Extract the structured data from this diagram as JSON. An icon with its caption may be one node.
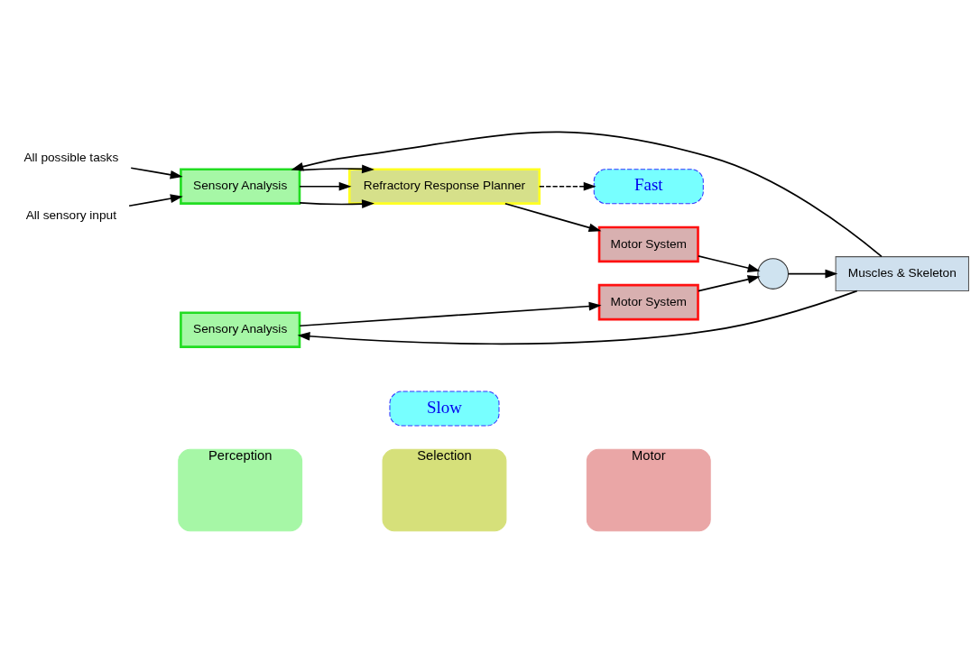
{
  "diagram": {
    "nodes": [
      {
        "text": [
          "Perception"
        ]
      },
      {
        "text": [
          "Selection"
        ]
      },
      {
        "text": [
          "Motor"
        ]
      },
      {
        "text": [
          "Slow"
        ]
      },
      {
        "text": [
          "Fast"
        ]
      },
      {
        "text": [
          "Sensory Analysis"
        ]
      },
      {
        "text": [
          "Refractory Response Planner"
        ]
      },
      {
        "text": [
          "Motor System"
        ]
      },
      {
        "text": [
          "Sensory Analysis"
        ]
      },
      {
        "text": [
          "Motor System"
        ]
      },
      {
        "text": [],
        "shape": "circle"
      },
      {
        "text": [
          "Muscles & Skeleton"
        ]
      },
      {
        "text": [
          "All possible tasks"
        ]
      },
      {
        "text": [
          "All sensory input"
        ]
      }
    ],
    "edges": [
      {
        "from": 12,
        "to": 5,
        "arrow": "to"
      },
      {
        "from": 13,
        "to": 5,
        "arrow": "to"
      },
      {
        "from": 11,
        "to": 5,
        "arrow": "to"
      },
      {
        "from": 11,
        "to": 8,
        "arrow": "to"
      },
      {
        "from": 5,
        "to": 6,
        "arrow": "to"
      },
      {
        "from": 5,
        "to": 6,
        "arrow": "to"
      },
      {
        "from": 5,
        "to": 6,
        "arrow": "to"
      },
      {
        "from": 6,
        "to": 7,
        "arrow": "to"
      },
      {
        "from": 6,
        "to": 4,
        "arrow": "to",
        "style": "dashed"
      },
      {
        "from": 7,
        "to": 10,
        "arrow": "to"
      },
      {
        "from": 8,
        "to": 9,
        "arrow": "to"
      },
      {
        "from": 9,
        "to": 10,
        "arrow": "to"
      },
      {
        "from": 10,
        "to": 11,
        "arrow": "to"
      }
    ]
  }
}
